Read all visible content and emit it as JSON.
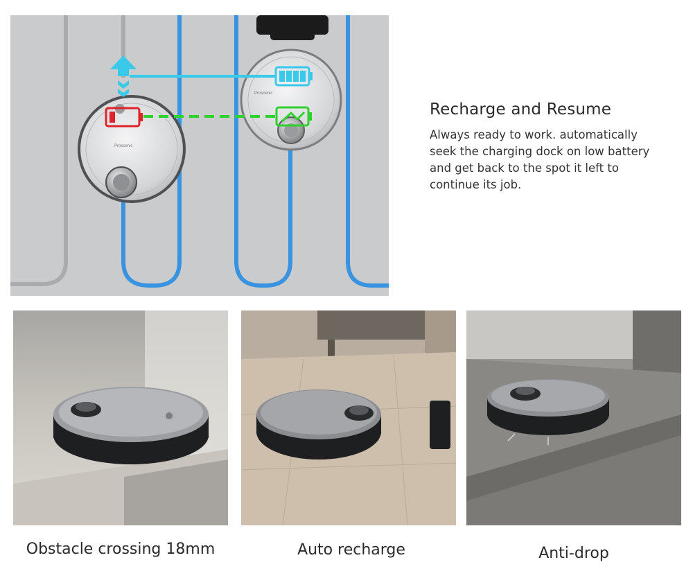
{
  "feature": {
    "title": "Recharge and Resume",
    "description": "Always ready to work. automatically seek the charging dock on low battery and get back to the spot it left to continue its job."
  },
  "diagram": {
    "robot_brand_label": "Proscenic",
    "battery_low_color": "#e0222b",
    "battery_full_color": "#39c9ea",
    "battery_charging_color": "#2fd12f",
    "path_active_color": "#3a93e0",
    "path_inactive_color": "#a9abae",
    "arrow_color": "#39c9ea"
  },
  "captions": {
    "obstacle": "Obstacle crossing 18mm",
    "recharge": "Auto recharge",
    "antidrop": "Anti-drop"
  }
}
